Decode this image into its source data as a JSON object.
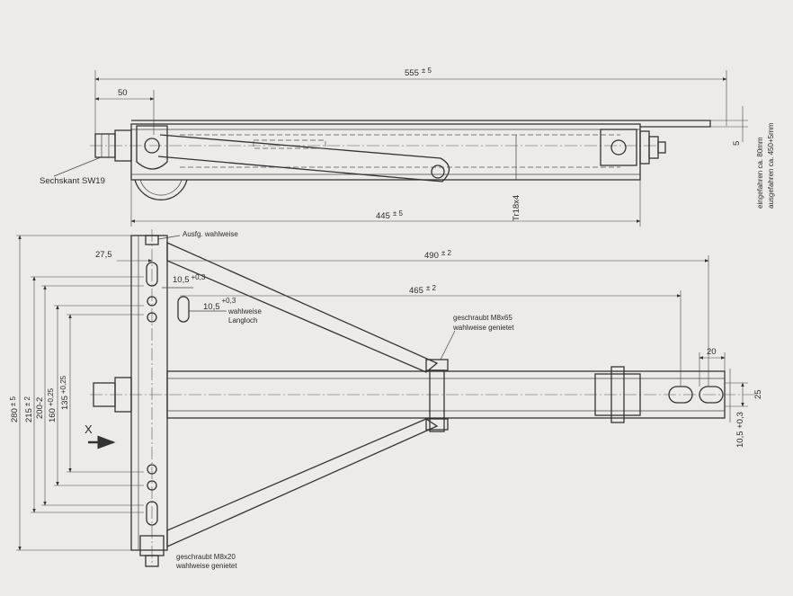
{
  "top_view": {
    "overall_length": "555",
    "overall_length_tol": "± 5",
    "offset_dim": "50",
    "hex_label": "Sechskant SW19",
    "length_445": "445",
    "length_445_tol": "± 5",
    "thread": "Tr18x4",
    "plate_thickness": "5",
    "retracted_note": "eingefahren ca. 80mm",
    "extended_note": "ausgefahren ca. 450+5mm"
  },
  "plan_view": {
    "hole_note": "Ausfg. wahlweise",
    "dim_27_5": "27,5",
    "dim_490": "490",
    "dim_490_tol": "± 2",
    "dim_465": "465",
    "dim_465_tol": "± 2",
    "hole_dim_a": "10,5",
    "hole_dim_a_tol": "+0,3",
    "slot_dim": "10,5",
    "slot_dim_tol": "+0,3",
    "slot_note": "wahlweise",
    "slot_note_2": "Langloch",
    "bolt_note": "geschraubt M8x65",
    "bolt_note_2": "wahlweise genietet",
    "dim_20": "20",
    "dim_25": "25",
    "dim_10_5_right": "10,5 +0,3",
    "vertical_dims": [
      {
        "value": "280",
        "tol": "± 5"
      },
      {
        "value": "215",
        "tol": "± 2"
      },
      {
        "value": "200-2",
        "tol": ""
      },
      {
        "value": "160",
        "tol": "+0,25"
      },
      {
        "value": "135",
        "tol": "+0,25"
      }
    ],
    "direction_label": "X",
    "bottom_bolt_note": "geschraubt M8x20",
    "bottom_bolt_note_2": "wahlweise genietet"
  },
  "colors": {
    "paper": "#ecebe7",
    "line": "#333333"
  }
}
